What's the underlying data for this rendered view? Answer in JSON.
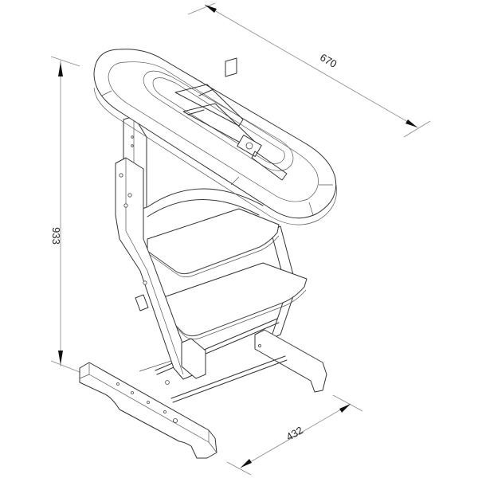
{
  "drawing": {
    "subject": "High chair with infant seat attachment",
    "style": "isometric line drawing",
    "colors": {
      "line": "#333333",
      "dimension_line": "#888888",
      "background": "#ffffff",
      "arrow": "#111111"
    }
  },
  "dimensions": {
    "depth": {
      "label": "670",
      "axis": "diagonal-top"
    },
    "height": {
      "label": "933",
      "axis": "vertical-left"
    },
    "width": {
      "label": "432",
      "axis": "diagonal-bottom"
    }
  },
  "parts": [
    {
      "name": "infant-seat-tray",
      "label": ""
    },
    {
      "name": "seat-board",
      "label": ""
    },
    {
      "name": "foot-board",
      "label": ""
    },
    {
      "name": "side-frame-left",
      "label": ""
    },
    {
      "name": "side-frame-right",
      "label": ""
    },
    {
      "name": "base-foot-left",
      "label": ""
    },
    {
      "name": "base-foot-right",
      "label": ""
    },
    {
      "name": "stretcher-rods",
      "label": ""
    }
  ]
}
